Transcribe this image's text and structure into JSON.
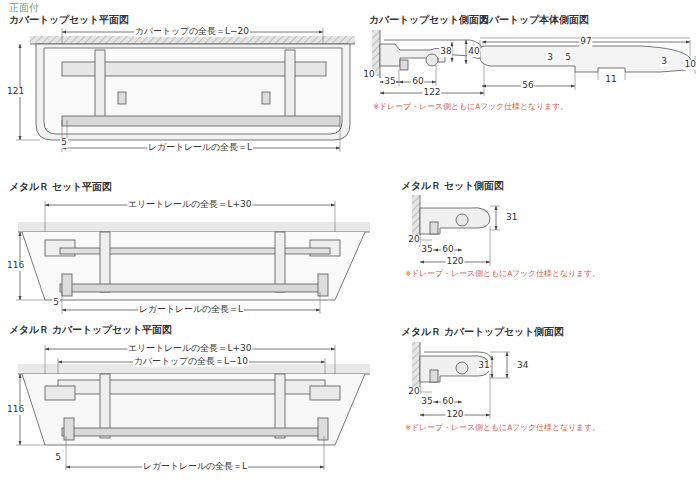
{
  "diagram": {
    "title": "正面付",
    "labels": [
      "カバートップセット平面図",
      "カバートップの全長＝L−20",
      "121",
      "5",
      "レガートレールの全長＝L",
      "カバートップセット側面図",
      "カバートップ本体側面図",
      "38",
      "40",
      "10",
      "35",
      "60",
      "122",
      "※ドレープ・レース側ともにAフック仕様となります。",
      "97",
      "3",
      "5",
      "10",
      "3",
      "11",
      "56",
      "メタルＲ セット平面図",
      "エリートレールの全長＝L+30",
      "116",
      "5",
      "レガートレールの全長＝L",
      "メタルＲ セット側面図",
      "31",
      "20",
      "35",
      "60",
      "120",
      "※ドレープ・レース側ともにAフック仕様となります。",
      "メタルＲ カバートップセット平面図",
      "エリートレールの全長＝L+30",
      "カバートップの全長＝L−10",
      "116",
      "5",
      "レガートレールの全長＝L",
      "メタルＲ カバートップセット側面図",
      "31",
      "34",
      "20",
      "35",
      "60",
      "120",
      "※ドレープ・レース側ともにAフック仕様となります。"
    ]
  }
}
